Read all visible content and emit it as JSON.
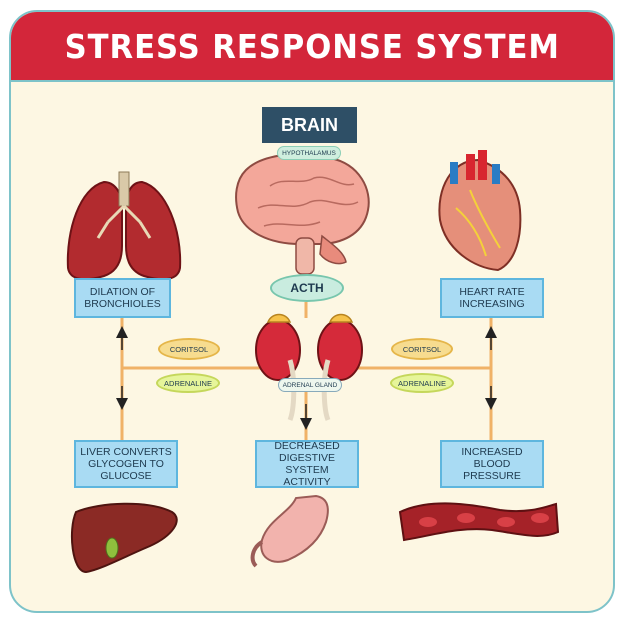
{
  "title": "STRESS RESPONSE SYSTEM",
  "brain": {
    "label": "BRAIN",
    "hypothalamus": "HYPOTHALAMUS"
  },
  "hormones": {
    "acth": "ACTH",
    "adrenal_gland": "ADRENAL GLAND",
    "coritsol": "CORITSOL",
    "adrenaline": "ADRENALINE"
  },
  "effects": {
    "bronchioles": "DILATION OF BRONCHIOLES",
    "heart_rate": "HEART RATE INCREASING",
    "liver": "LIVER CONVERTS GLYCOGEN TO GLUCOSE",
    "digestion": "DECREASED DIGESTIVE SYSTEM ACTIVITY",
    "blood_pressure": "INCREASED BLOOD PRESSURE"
  },
  "colors": {
    "banner": "#d3263a",
    "background": "#fdf7e3",
    "box_fill": "#a9dbf3",
    "box_border": "#5eb6de",
    "arrow": "#f0b267"
  }
}
